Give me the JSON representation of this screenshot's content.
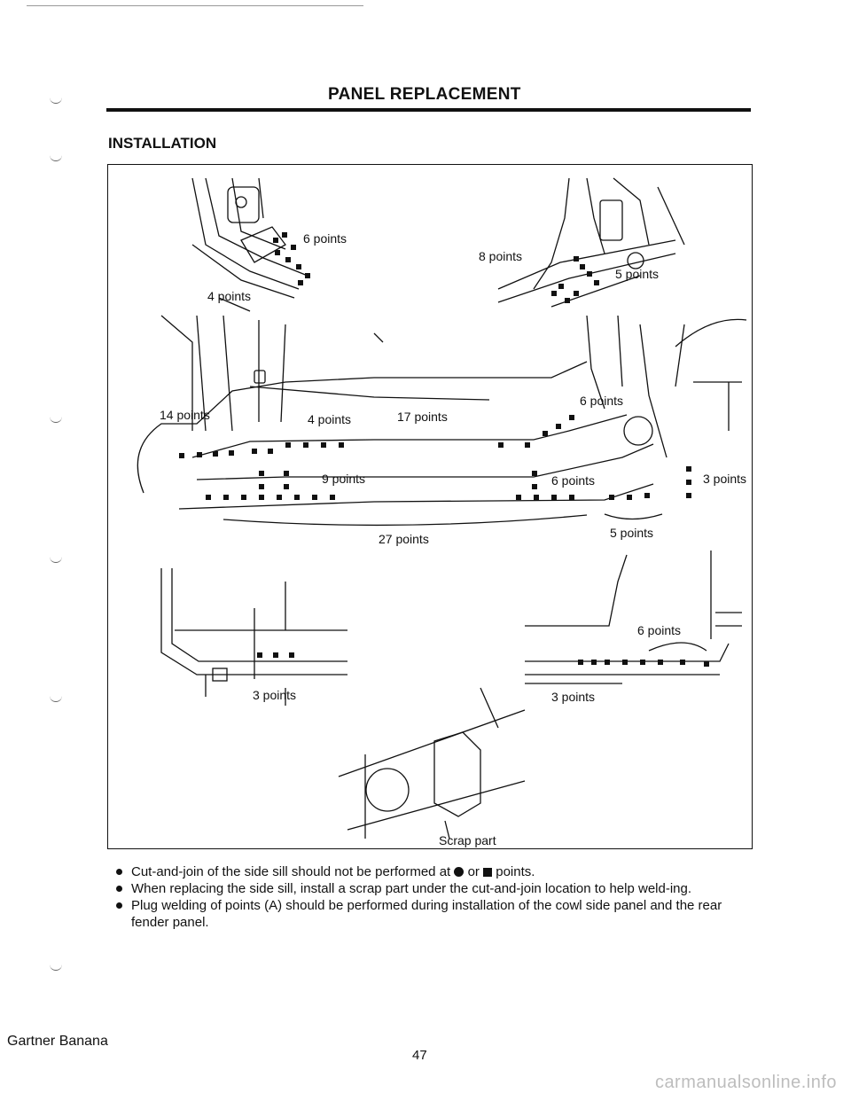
{
  "header": {
    "title": "PANEL REPLACEMENT"
  },
  "section": {
    "title": "INSTALLATION"
  },
  "figure": {
    "labels": {
      "top_left_6": "6 points",
      "top_left_4": "4 points",
      "top_right_8": "8 points",
      "top_right_5": "5 points",
      "mid_14": "14 points",
      "mid_4": "4 points",
      "mid_17": "17 points",
      "mid_6_upper": "6 points",
      "mid_9": "9 points",
      "mid_6_lower": "6 points",
      "mid_3_right": "3 points",
      "mid_27": "27 points",
      "mid_5": "5 points",
      "detail_left_3": "3 points",
      "detail_right_6": "6 points",
      "detail_right_3": "3 points",
      "scrap": "Scrap part"
    }
  },
  "notes": {
    "item1_prefix": "Cut-and-join of the side sill should not be performed at",
    "item1_or": "or",
    "item1_suffix": "points.",
    "item2": "When replacing the side sill, install a scrap part under the cut-and-join location to help weld-ing.",
    "item3": "Plug welding of points (A) should be performed during installation of the cowl side panel and the rear fender panel."
  },
  "footer": {
    "left": "Gartner Banana",
    "page_number": "47",
    "watermark": "carmanualsonline.info"
  }
}
